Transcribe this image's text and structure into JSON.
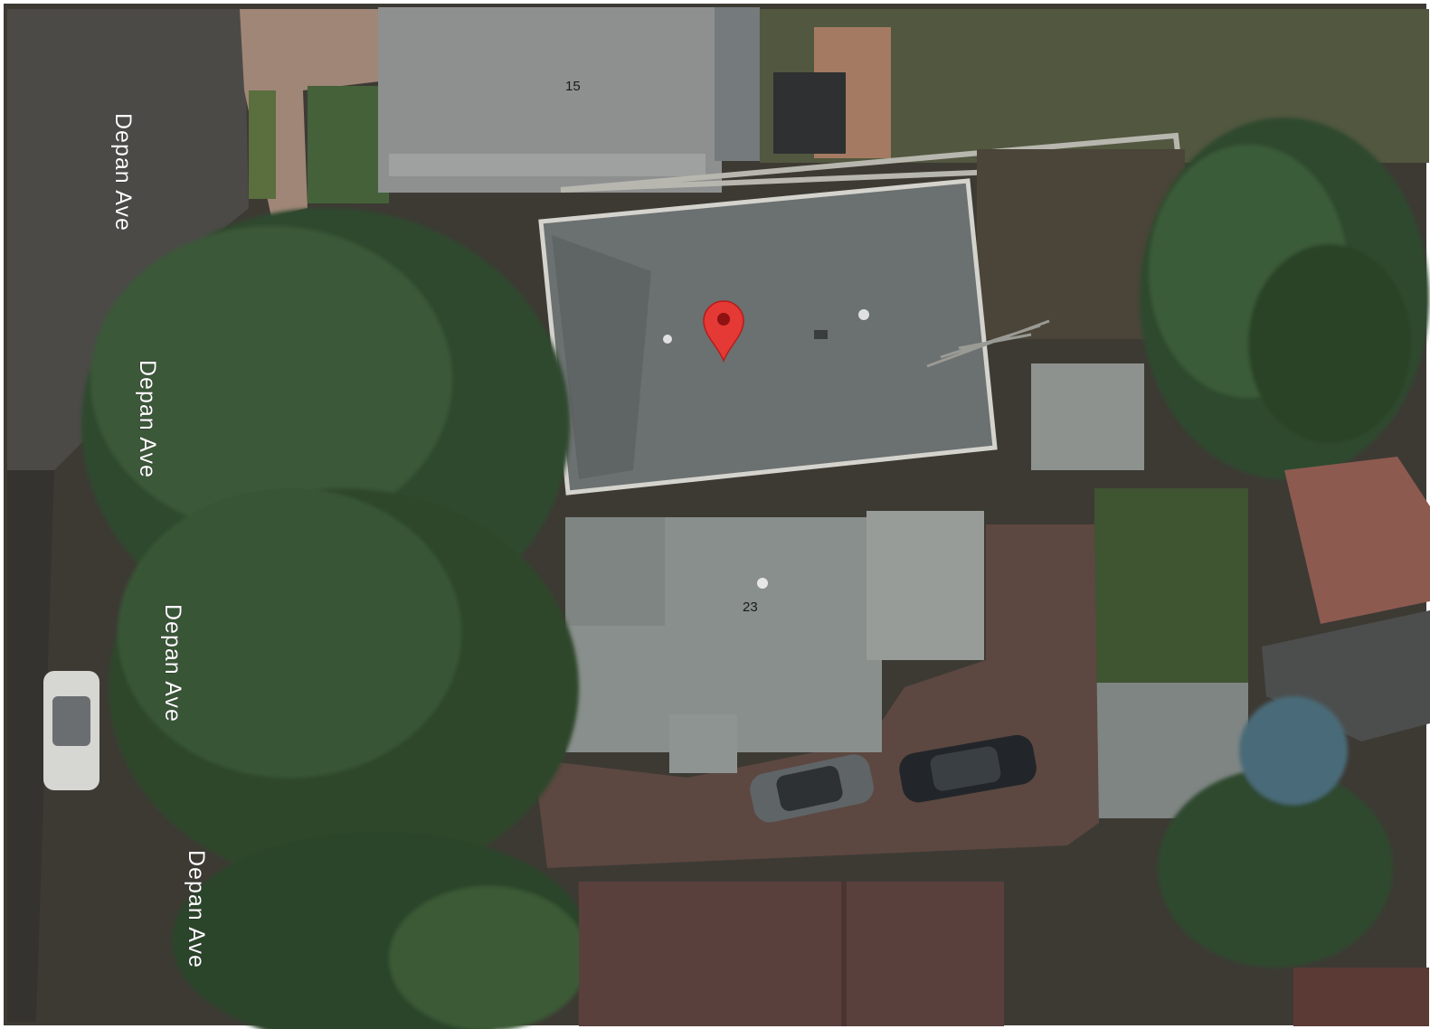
{
  "map": {
    "view": "satellite",
    "street_labels": [
      "Depan Ave",
      "Depan Ave",
      "Depan Ave",
      "Depan Ave"
    ],
    "house_numbers": [
      "15",
      "23"
    ],
    "marker": {
      "icon": "map-pin-icon",
      "color": "#e53935"
    }
  }
}
